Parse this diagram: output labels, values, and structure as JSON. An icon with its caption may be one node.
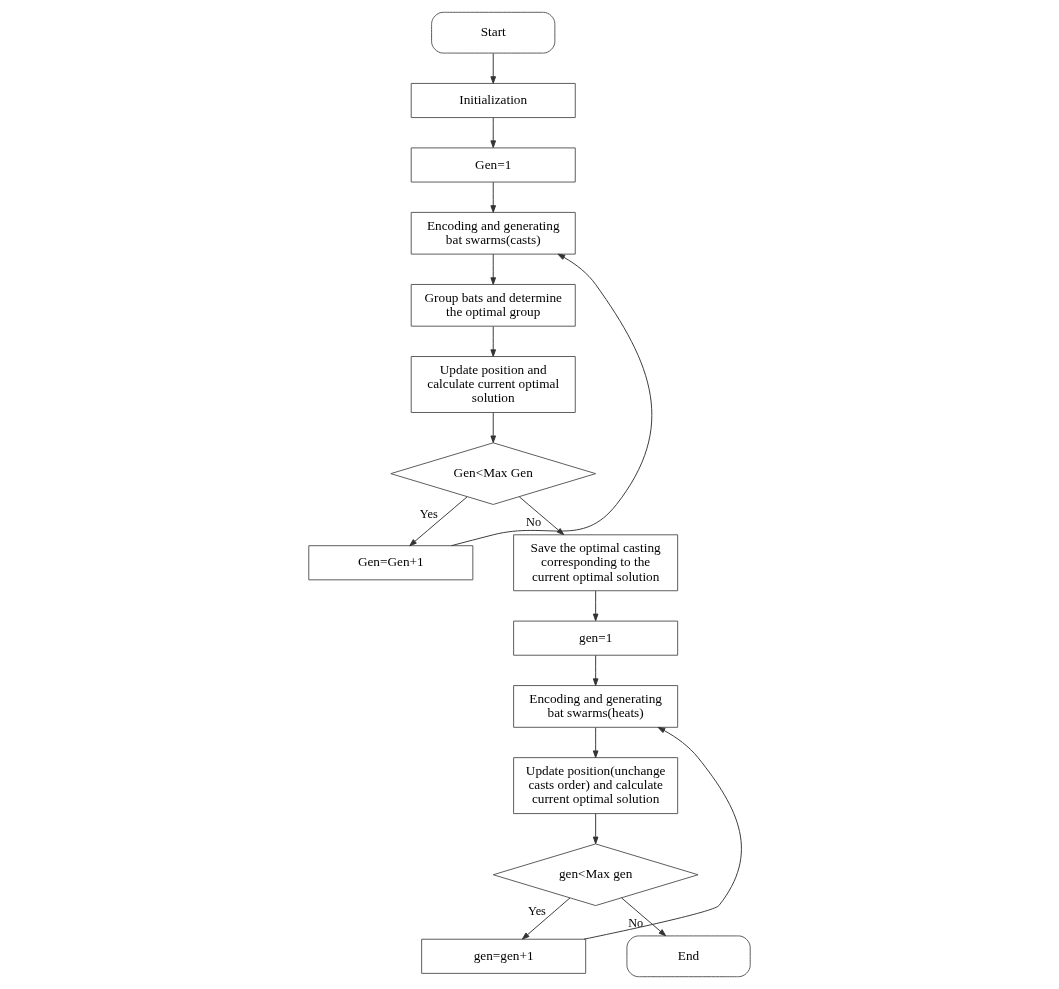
{
  "diagram": {
    "nodes": [
      {
        "text": [
          "Start"
        ]
      },
      {
        "text": [
          "Initialization"
        ]
      },
      {
        "text": [
          "Gen=1"
        ]
      },
      {
        "text": [
          "Encoding and generating bat swarms(casts)"
        ]
      },
      {
        "text": [
          "Group bats and determine the optimal group"
        ]
      },
      {
        "text": [
          "Update position and calculate current optimal solution"
        ]
      },
      {
        "text": [
          "Gen<Max Gen"
        ]
      },
      {
        "text": [
          "Gen=Gen+1"
        ]
      },
      {
        "text": [
          "Save the optimal casting corresponding to the current optimal solution"
        ]
      },
      {
        "text": [
          "gen=1"
        ]
      },
      {
        "text": [
          "Encoding and generating bat swarms(heats)"
        ]
      },
      {
        "text": [
          "Update position(unchange casts order) and calculate current optimal solution"
        ]
      },
      {
        "text": [
          "gen<Max gen"
        ]
      },
      {
        "text": [
          "gen=gen+1"
        ]
      },
      {
        "text": [
          "End"
        ]
      }
    ],
    "edges": [
      {
        "from": 0,
        "to": 1,
        "arrow": "to"
      },
      {
        "from": 1,
        "to": 2,
        "arrow": "to"
      },
      {
        "from": 2,
        "to": 3,
        "arrow": "to"
      },
      {
        "from": 3,
        "to": 4,
        "arrow": "to"
      },
      {
        "from": 4,
        "to": 5,
        "arrow": "to"
      },
      {
        "from": 5,
        "to": 6,
        "arrow": "to"
      },
      {
        "from": 6,
        "to": 7,
        "arrow": "to",
        "label": "Yes"
      },
      {
        "from": 7,
        "to": 3,
        "arrow": "to"
      },
      {
        "from": 6,
        "to": 8,
        "arrow": "to",
        "label": "No"
      },
      {
        "from": 8,
        "to": 9,
        "arrow": "to"
      },
      {
        "from": 9,
        "to": 10,
        "arrow": "to"
      },
      {
        "from": 10,
        "to": 11,
        "arrow": "to"
      },
      {
        "from": 11,
        "to": 12,
        "arrow": "to"
      },
      {
        "from": 12,
        "to": 13,
        "arrow": "to",
        "label": "Yes"
      },
      {
        "from": 13,
        "to": 10,
        "arrow": "to"
      },
      {
        "from": 12,
        "to": 14,
        "arrow": "to",
        "label": "No"
      }
    ]
  }
}
